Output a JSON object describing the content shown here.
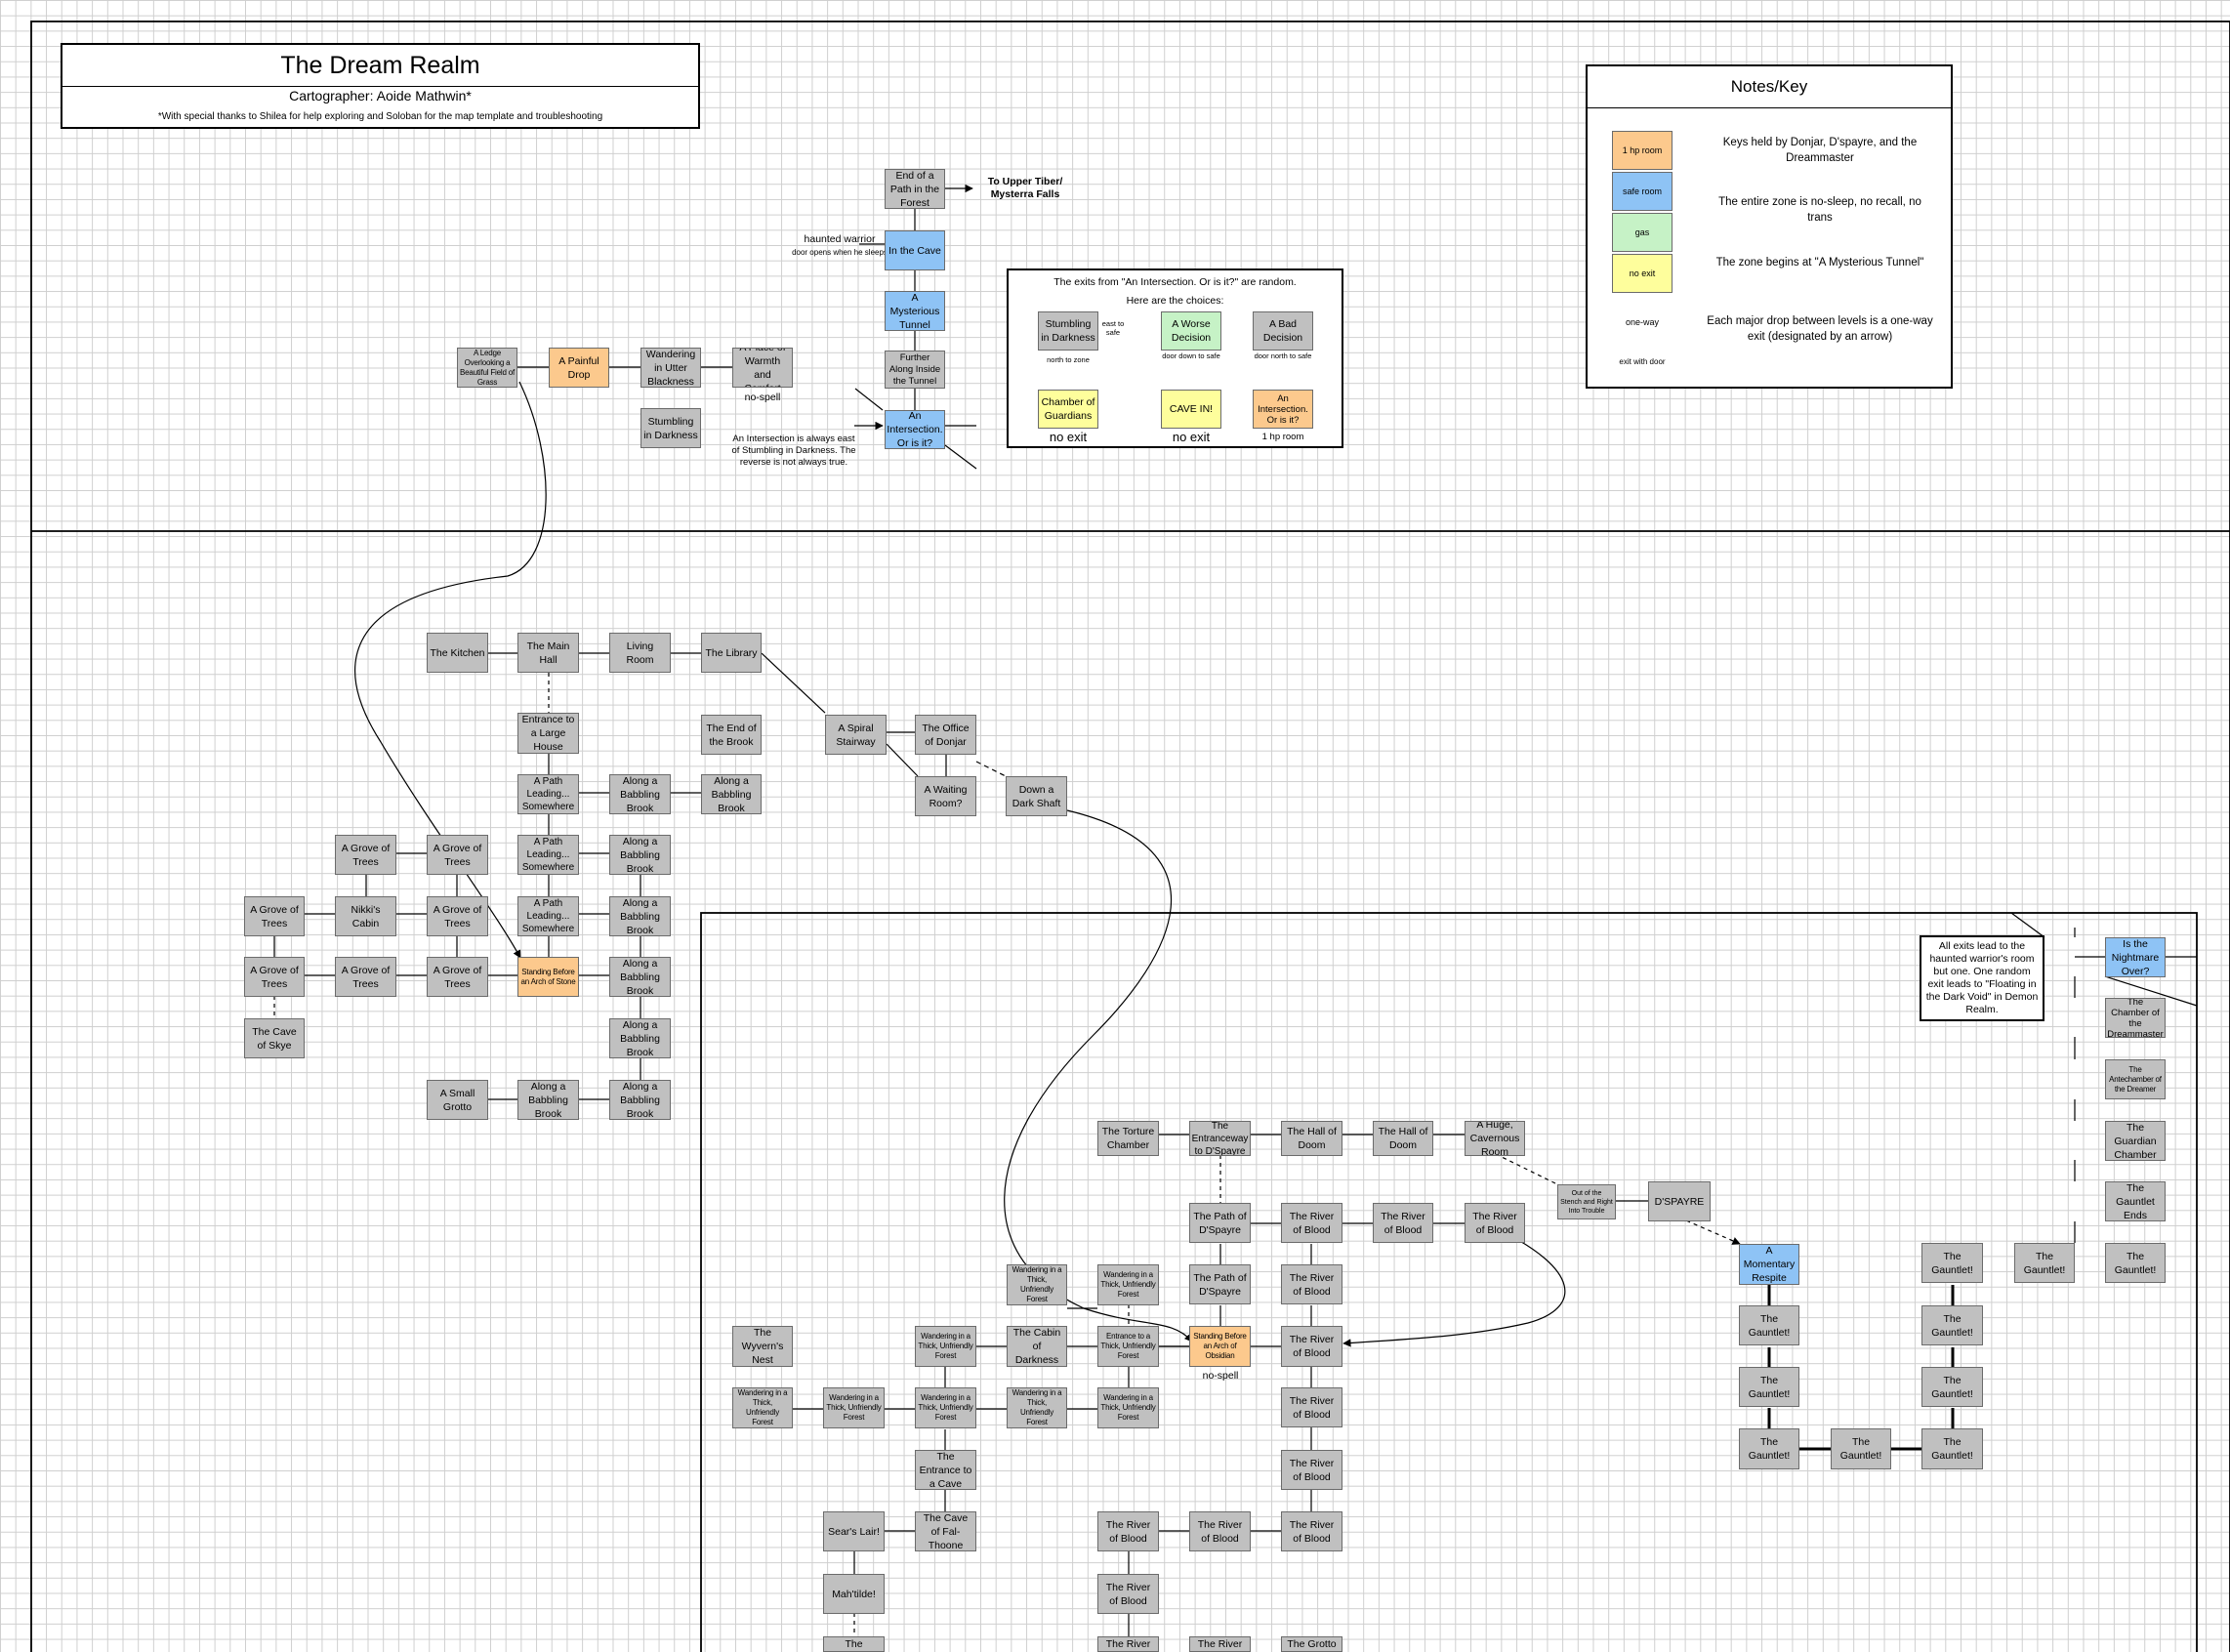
{
  "title": {
    "main": "The Dream Realm",
    "cartographer": "Cartographer: Aoide Mathwin*",
    "thanks": "*With special thanks to Shilea for help exploring and Soloban for the map template and troubleshooting"
  },
  "key": {
    "heading": "Notes/Key",
    "swatches": [
      {
        "label": "1 hp room",
        "kind": "hp"
      },
      {
        "label": "safe room",
        "kind": "safe"
      },
      {
        "label": "gas",
        "kind": "gas"
      },
      {
        "label": "no exit",
        "kind": "noexit"
      }
    ],
    "line_oneway": "one-way",
    "line_door": "exit with door",
    "notes": [
      "Keys held by Donjar, D'spayre, and the Dreammaster",
      "The entire zone is no-sleep, no recall, no trans",
      "The zone begins at \"A Mysterious Tunnel\"",
      "Each major drop between levels is a one-way exit (designated by an arrow)"
    ],
    "colors": {
      "hp": "#fcc98d",
      "safe": "#8ec3f5",
      "gas": "#c6f2c6",
      "noexit": "#fefe9c",
      "normal": "#c0c0c0"
    }
  },
  "exits_box": {
    "line1": "The exits from \"An Intersection. Or is it?\" are random.",
    "line2": "Here are the choices:",
    "rooms": [
      {
        "label": "Stumbling in Darkness",
        "sub": "north to zone"
      },
      {
        "label": "A Worse Decision",
        "sub": "door down to safe"
      },
      {
        "label": "A Bad Decision",
        "sub": "door north to safe"
      },
      {
        "label": "Chamber of Guardians",
        "sub": "no exit"
      },
      {
        "label": "CAVE IN!",
        "sub": "no exit"
      },
      {
        "label": "An Intersection. Or is it?",
        "sub": "1 hp room"
      }
    ],
    "east_note": "east to safe"
  },
  "annotations": {
    "upper_tiber": "To Upper Tiber/ Mysterra Falls",
    "haunted": "haunted warrior",
    "door_opens": "door opens when he sleeps",
    "nospell1": "no-spell",
    "intersection_note": "An Intersection is always east of Stumbling in Darkness. The reverse is not always true.",
    "nospell2": "no-spell",
    "drop_note": "All exits lead to the haunted warrior's room but one. One random exit leads to \"Floating in the Dark Void\" in Demon Realm."
  },
  "rooms": {
    "end_path": "End of a Path in the Forest",
    "in_cave": "In the Cave",
    "myst_tunnel": "A Mysterious Tunnel",
    "further_along": "Further Along Inside the Tunnel",
    "intersection": "An Intersection. Or is it?",
    "ledge": "A Ledge Overlooking a Beautiful Field of Grass",
    "painful_drop": "A Painful Drop",
    "wandering_black": "Wandering in Utter Blackness",
    "warmth": "A Place of Warmth and Comfort",
    "stumbling": "Stumbling in Darkness",
    "kitchen": "The Kitchen",
    "main_hall": "The Main Hall",
    "living_room": "Living Room",
    "library": "The Library",
    "entrance_house": "Entrance to a Large House",
    "end_brook": "The End of the Brook",
    "spiral": "A Spiral Stairway",
    "office": "The Office of Donjar",
    "waiting": "A Waiting Room?",
    "dark_shaft": "Down a Dark Shaft",
    "path_leading": "A Path Leading... Somewhere",
    "babbling": "Along a Babbling Brook",
    "grove": "A Grove of Trees",
    "nikkis_cabin": "Nikki's Cabin",
    "cave_skye": "The Cave of Skye",
    "arch_stone": "Standing Before an Arch of Stone",
    "small_grotto": "A Small Grotto",
    "nightmare": "Is the Nightmare Over?",
    "chamber_dream": "The Chamber of the Dreammaster",
    "antechamber": "The Antechamber of the Dreamer",
    "guardian_chamber": "The Guardian Chamber",
    "gauntlet_ends": "The Gauntlet Ends",
    "gauntlet": "The Gauntlet!",
    "momentary": "A Momentary Respite",
    "dspayre": "D'SPAYRE",
    "out_stench": "Out of the Stench and Right Into Trouble",
    "torture": "The Torture Chamber",
    "entranceway": "The Entranceway to D'Spayre",
    "hall_doom": "The Hall of Doom",
    "huge_cav": "A Huge, Cavernous Room",
    "path_dspayre": "The Path of D'Spayre",
    "river_blood": "The River of Blood",
    "arch_obsidian": "Standing Before an Arch of Obsidian",
    "wand_forest": "Wandering in a Thick, Unfriendly Forest",
    "cabin_dark": "The Cabin of Darkness",
    "entrance_thick": "Entrance to a Thick, Unfriendly Forest",
    "wyvern": "The Wyvern's Nest",
    "entrance_cave": "The Entrance to a Cave",
    "sears_lair": "Sear's Lair!",
    "cave_fal": "The Cave of Fal-Thoone",
    "mahtilde": "Mah'tilde!",
    "treasure": "The Treasure",
    "grotto_blood": "The Grotto of Blood"
  }
}
